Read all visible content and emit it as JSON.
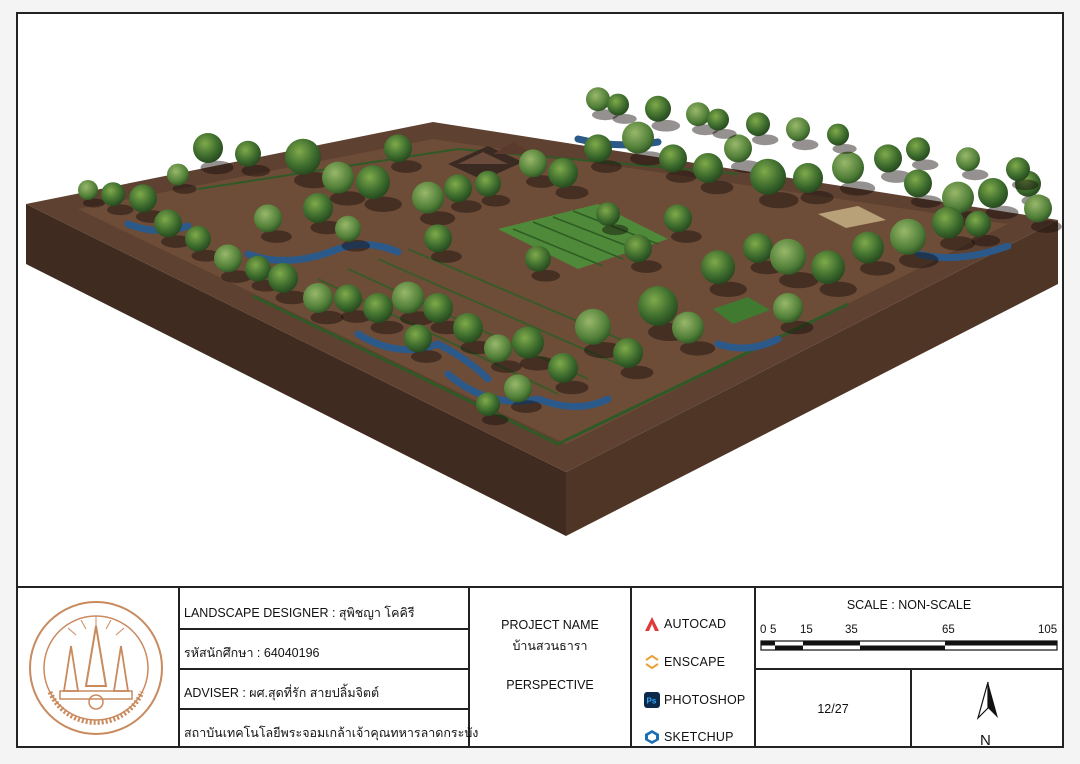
{
  "designer": {
    "label": "LANDSCAPE DESIGNER : สุพิชญา โคคิรี"
  },
  "student_id": {
    "label": "รหัสนักศึกษา : 64040196"
  },
  "adviser": {
    "label": "ADVISER : ผศ.สุดที่รัก สายปลิ้มจิตต์"
  },
  "institute": {
    "label": "สถาบันเทคโนโลยีพระจอมเกล้าเจ้าคุณทหารลาดกระบัง"
  },
  "project": {
    "title_label": "PROJECT NAME",
    "name": "บ้านสวนธารา",
    "view": "PERSPECTIVE"
  },
  "software": [
    {
      "name": "AUTOCAD",
      "icon": "autocad-icon",
      "color": "#e03a3a"
    },
    {
      "name": "ENSCAPE",
      "icon": "enscape-icon",
      "color": "#e8a23a"
    },
    {
      "name": "PHOTOSHOP",
      "icon": "photoshop-icon",
      "color": "#0b2a4a"
    },
    {
      "name": "SKETCHUP",
      "icon": "sketchup-icon",
      "color": "#1a6fb5"
    }
  ],
  "scale": {
    "label": "SCALE : NON-SCALE",
    "ticks": [
      "0",
      "5",
      "15",
      "35",
      "65",
      "105"
    ]
  },
  "sheet_number": "12/27",
  "north": "N",
  "colors": {
    "soil": "#4a3325",
    "soil_top": "#5e4130",
    "tree_dark": "#2f5a26",
    "tree_light": "#6e9a3e",
    "water": "#2b5a8a",
    "seal": "#c98a5e"
  }
}
